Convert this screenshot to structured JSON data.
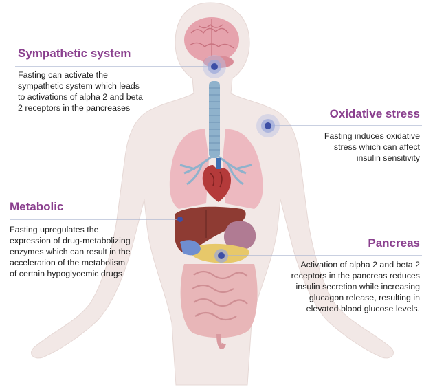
{
  "colors": {
    "heading": "#8a3f8e",
    "leader_line": "#9aa6c4",
    "marker": "#3d4fa6",
    "body_silhouette": "#f1e7e4"
  },
  "labels": {
    "sympathetic": {
      "title": "Sympathetic system",
      "lines": [
        "Fasting can activate the",
        "sympathetic system which leads",
        "to activations of alpha 2 and beta",
        "2 receptors in the pancreases"
      ]
    },
    "oxidative": {
      "title": "Oxidative stress",
      "lines": [
        "Fasting induces oxidative",
        "stress which can affect",
        "insulin sensitivity"
      ]
    },
    "metabolic": {
      "title": "Metabolic",
      "lines": [
        "Fasting upregulates the",
        "expression of drug-metabolizing",
        "enzymes which can result in the",
        "acceleration of the metabolism",
        "of certain hypoglycemic drugs"
      ]
    },
    "pancreas": {
      "title": "Pancreas",
      "lines": [
        "Activation of alpha 2 and beta 2",
        "receptors in the pancreas reduces",
        "insulin secretion while increasing",
        "glucagon release, resulting in",
        "elevated blood glucose levels."
      ]
    }
  }
}
